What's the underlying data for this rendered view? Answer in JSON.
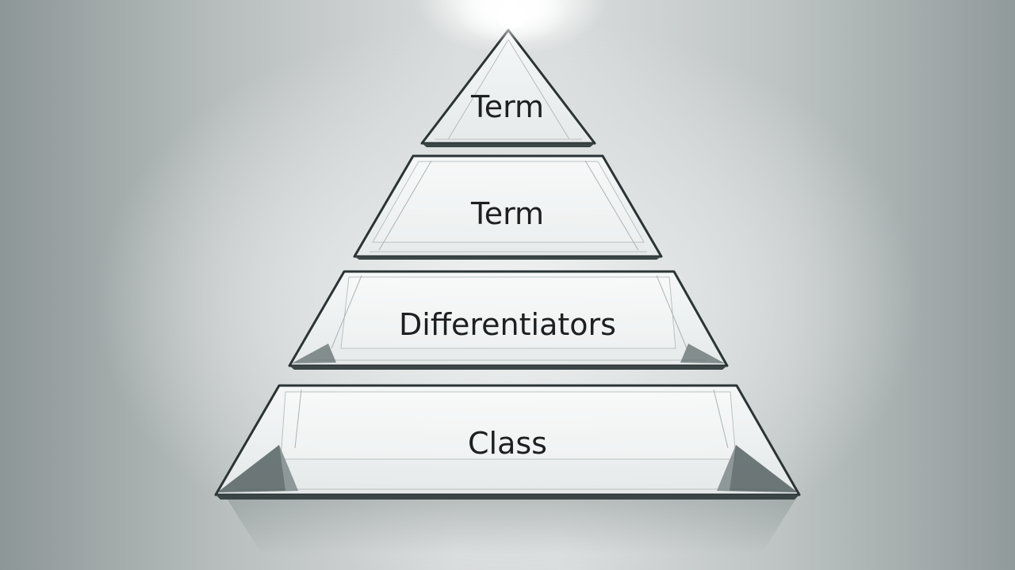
{
  "pyramid": {
    "tiers": [
      {
        "label": "Term"
      },
      {
        "label": "Term"
      },
      {
        "label": "Differentiators"
      },
      {
        "label": "Class"
      }
    ]
  }
}
